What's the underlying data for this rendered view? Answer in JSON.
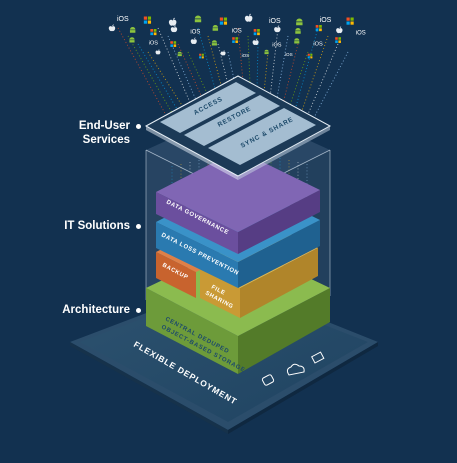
{
  "labels": {
    "end_user_services_line1": "End-User",
    "end_user_services_line2": "Services",
    "it_solutions": "IT Solutions",
    "architecture": "Architecture"
  },
  "services": {
    "access": "ACCESS",
    "restore": "RESTORE",
    "sync_share": "SYNC & SHARE"
  },
  "solutions": {
    "data_governance": "DATA GOVERNANCE",
    "data_loss_prevention": "DATA LOSS PREVENTION",
    "backup": "BACKUP",
    "file_sharing_line1": "FILE",
    "file_sharing_line2": "SHARING"
  },
  "architecture_block": {
    "line1": "CENTRAL DEDUPED",
    "line2": "OBJECT-BASED STORAGE"
  },
  "platform": {
    "deployment": "FLEXIBLE DEPLOYMENT"
  },
  "icons": {
    "ios_text": "iOS",
    "kinds": [
      "ios-text",
      "windows-icon",
      "apple-icon",
      "android-icon",
      "device-icon",
      "cloud-icon",
      "server-icon"
    ]
  },
  "colors": {
    "background": "#123150",
    "governance": "#6b4f9e",
    "loss_prevention": "#2a7ab0",
    "backup": "#c8632e",
    "file_sharing": "#d0a23c",
    "storage": "#6d9b3a",
    "services_panel": "#9fb8cc"
  }
}
